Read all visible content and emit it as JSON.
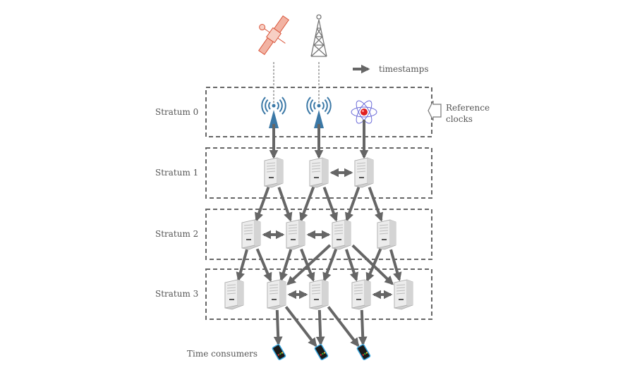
{
  "legend": {
    "timestamps_label": "timestamps"
  },
  "reference_clocks_label": [
    "Reference",
    "clocks"
  ],
  "strata": [
    {
      "label": "Stratum 0"
    },
    {
      "label": "Stratum 1"
    },
    {
      "label": "Stratum 2"
    },
    {
      "label": "Stratum 3"
    }
  ],
  "consumers_label": "Time consumers",
  "colors": {
    "arrow": "#666666",
    "box_border": "#666666",
    "antenna": "#3b78a6",
    "satellite": "#d9553a",
    "atom_orbit": "#6a6ad8",
    "atom_nucleus": "#e02020"
  },
  "sources": [
    "satellite",
    "radio-tower"
  ],
  "reference_clocks": [
    "gps-antenna",
    "radio-antenna",
    "atomic-clock"
  ],
  "edges": {
    "s0_to_s1": [
      [
        "r0",
        "a0"
      ],
      [
        "r1",
        "a1"
      ],
      [
        "r2",
        "a2"
      ]
    ],
    "s1_to_s2": [
      [
        "a0",
        "b0"
      ],
      [
        "a0",
        "b1"
      ],
      [
        "a1",
        "b1"
      ],
      [
        "a1",
        "b2"
      ],
      [
        "a2",
        "b2"
      ],
      [
        "a2",
        "b3"
      ]
    ],
    "s2_to_s3": [
      [
        "b0",
        "c0"
      ],
      [
        "b0",
        "c1"
      ],
      [
        "b1",
        "c1"
      ],
      [
        "b1",
        "c2"
      ],
      [
        "b2",
        "c1"
      ],
      [
        "b2",
        "c2"
      ],
      [
        "b2",
        "c3"
      ],
      [
        "b2",
        "c4"
      ],
      [
        "b3",
        "c3"
      ],
      [
        "b3",
        "c4"
      ]
    ],
    "s3_to_consumers": [
      [
        "c1",
        "p0"
      ],
      [
        "c1",
        "p1"
      ],
      [
        "c2",
        "p1"
      ],
      [
        "c2",
        "p2"
      ],
      [
        "c3",
        "p2"
      ]
    ],
    "peer": [
      [
        "a1",
        "a2"
      ],
      [
        "b0",
        "b1"
      ],
      [
        "b1",
        "b2"
      ],
      [
        "c1",
        "c2"
      ],
      [
        "c3",
        "c4"
      ]
    ]
  }
}
